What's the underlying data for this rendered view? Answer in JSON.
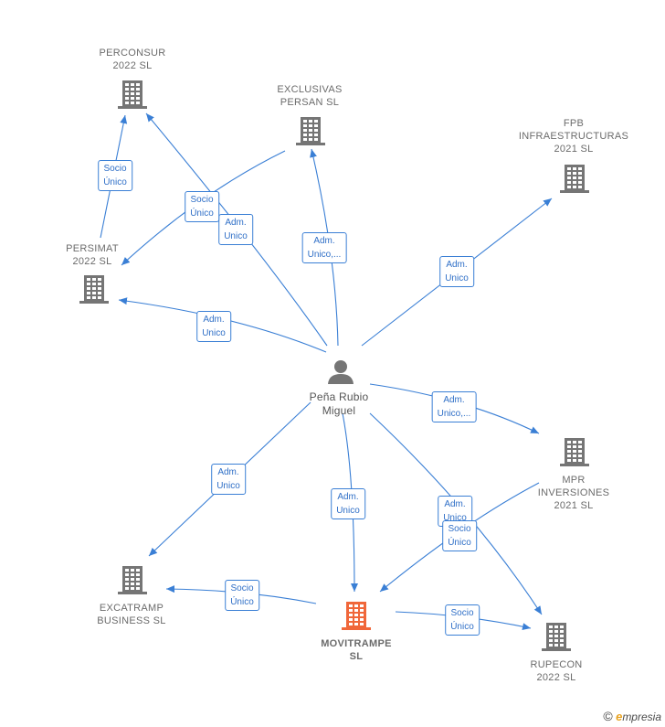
{
  "colors": {
    "line": "#3a7fd5",
    "building": "#757575",
    "building_main": "#f0673a",
    "person": "#757575"
  },
  "center": {
    "name": [
      "Peña Rubio",
      "Miguel"
    ],
    "icon": "person-icon"
  },
  "main_company": {
    "name": [
      "MOVITRAMPE",
      "SL"
    ],
    "icon": "building-icon"
  },
  "companies": [
    {
      "id": "perconsur",
      "name": [
        "PERCONSUR",
        "2022  SL"
      ]
    },
    {
      "id": "exclusivas",
      "name": [
        "EXCLUSIVAS",
        "PERSAN  SL"
      ]
    },
    {
      "id": "fpb",
      "name": [
        "FPB",
        "INFRAESTRUCTURAS",
        "2021  SL"
      ]
    },
    {
      "id": "persimat",
      "name": [
        "PERSIMAT",
        "2022  SL"
      ]
    },
    {
      "id": "mpr",
      "name": [
        "MPR",
        "INVERSIONES",
        "2021  SL"
      ]
    },
    {
      "id": "excatramp",
      "name": [
        "EXCATRAMP",
        "BUSINESS  SL"
      ]
    },
    {
      "id": "rupecon",
      "name": [
        "RUPECON",
        "2022  SL"
      ]
    }
  ],
  "relations": [
    {
      "id": "center-perconsur",
      "label": [
        "Adm.",
        "Unico"
      ]
    },
    {
      "id": "center-exclusivas",
      "label": [
        "Adm.",
        "Unico,..."
      ]
    },
    {
      "id": "center-fpb",
      "label": [
        "Adm.",
        "Unico"
      ]
    },
    {
      "id": "center-persimat",
      "label": [
        "Adm.",
        "Unico"
      ]
    },
    {
      "id": "persimat-perconsur",
      "label": [
        "Socio",
        "Único"
      ]
    },
    {
      "id": "exclusivas-persimat",
      "label": [
        "Socio",
        "Único"
      ]
    },
    {
      "id": "center-mpr",
      "label": [
        "Adm.",
        "Unico,..."
      ]
    },
    {
      "id": "center-excatramp",
      "label": [
        "Adm.",
        "Unico"
      ]
    },
    {
      "id": "center-movitrampe",
      "label": [
        "Adm.",
        "Unico"
      ]
    },
    {
      "id": "center-rupecon",
      "label": [
        "Adm.",
        "Unico"
      ]
    },
    {
      "id": "mpr-movitrampe",
      "label": [
        "Socio",
        "Único"
      ]
    },
    {
      "id": "movitrampe-excatramp",
      "label": [
        "Socio",
        "Único"
      ]
    },
    {
      "id": "movitrampe-rupecon",
      "label": [
        "Socio",
        "Único"
      ]
    }
  ],
  "watermark": {
    "copyright": "©",
    "brand_initial": "e",
    "brand_rest": "mpresia"
  }
}
